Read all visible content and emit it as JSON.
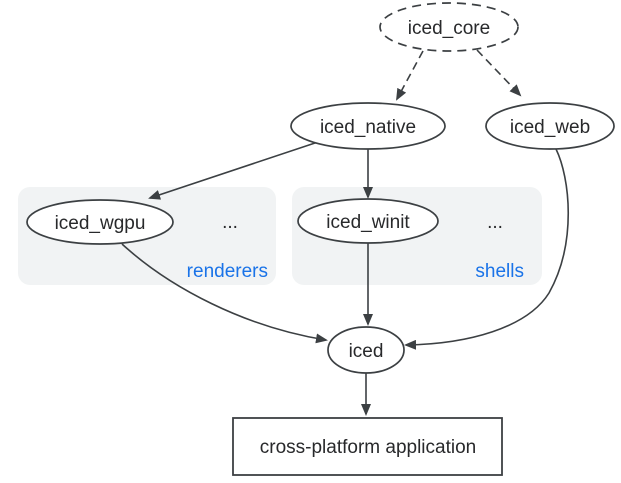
{
  "diagram": {
    "nodes": {
      "iced_core": {
        "label": "iced_core"
      },
      "iced_native": {
        "label": "iced_native"
      },
      "iced_web": {
        "label": "iced_web"
      },
      "iced_wgpu": {
        "label": "iced_wgpu"
      },
      "iced_winit": {
        "label": "iced_winit"
      },
      "iced": {
        "label": "iced"
      },
      "app": {
        "label": "cross-platform application"
      }
    },
    "groups": {
      "renderers": {
        "label": "renderers",
        "ellipsis": "..."
      },
      "shells": {
        "label": "shells",
        "ellipsis": "..."
      }
    },
    "colors": {
      "canvas": "#ffffff",
      "line": "#3c4043",
      "text": "#28292b",
      "node_fill": "#ffffff",
      "group_fill": "#f1f3f4",
      "group_label": "#1a73e8"
    }
  }
}
